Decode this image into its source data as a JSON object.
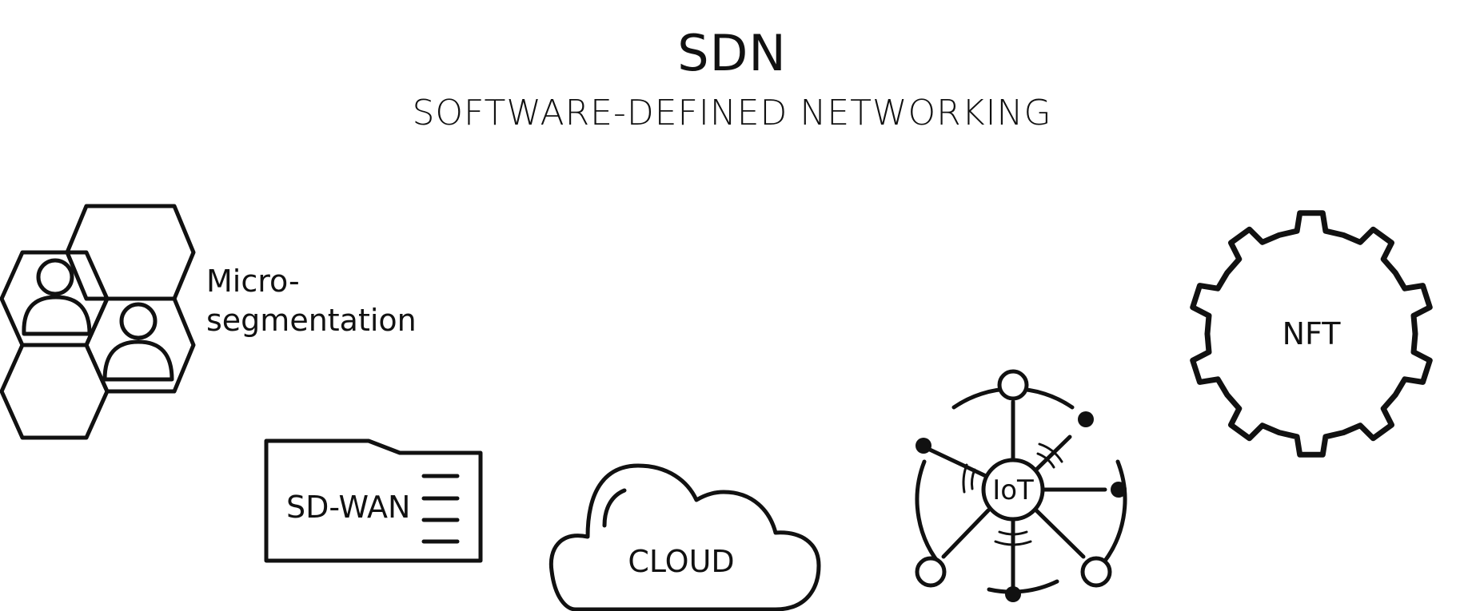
{
  "header": {
    "title": "SDN",
    "subtitle": "SOFTWARE-DEFINED NETWORKING"
  },
  "nodes": {
    "microsegmentation": {
      "line1": "Micro-",
      "line2": "segmentation"
    },
    "sdwan": {
      "label": "SD-WAN"
    },
    "cloud": {
      "label": "CLOUD"
    },
    "iot": {
      "label": "IoT"
    },
    "nft": {
      "label": "NFT"
    }
  },
  "colors": {
    "line": "#111111",
    "background": "#ffffff"
  },
  "icons": [
    "hexagon-cluster-icon",
    "person-icon",
    "sim-card-icon",
    "cloud-icon",
    "iot-hub-icon",
    "gear-icon"
  ]
}
